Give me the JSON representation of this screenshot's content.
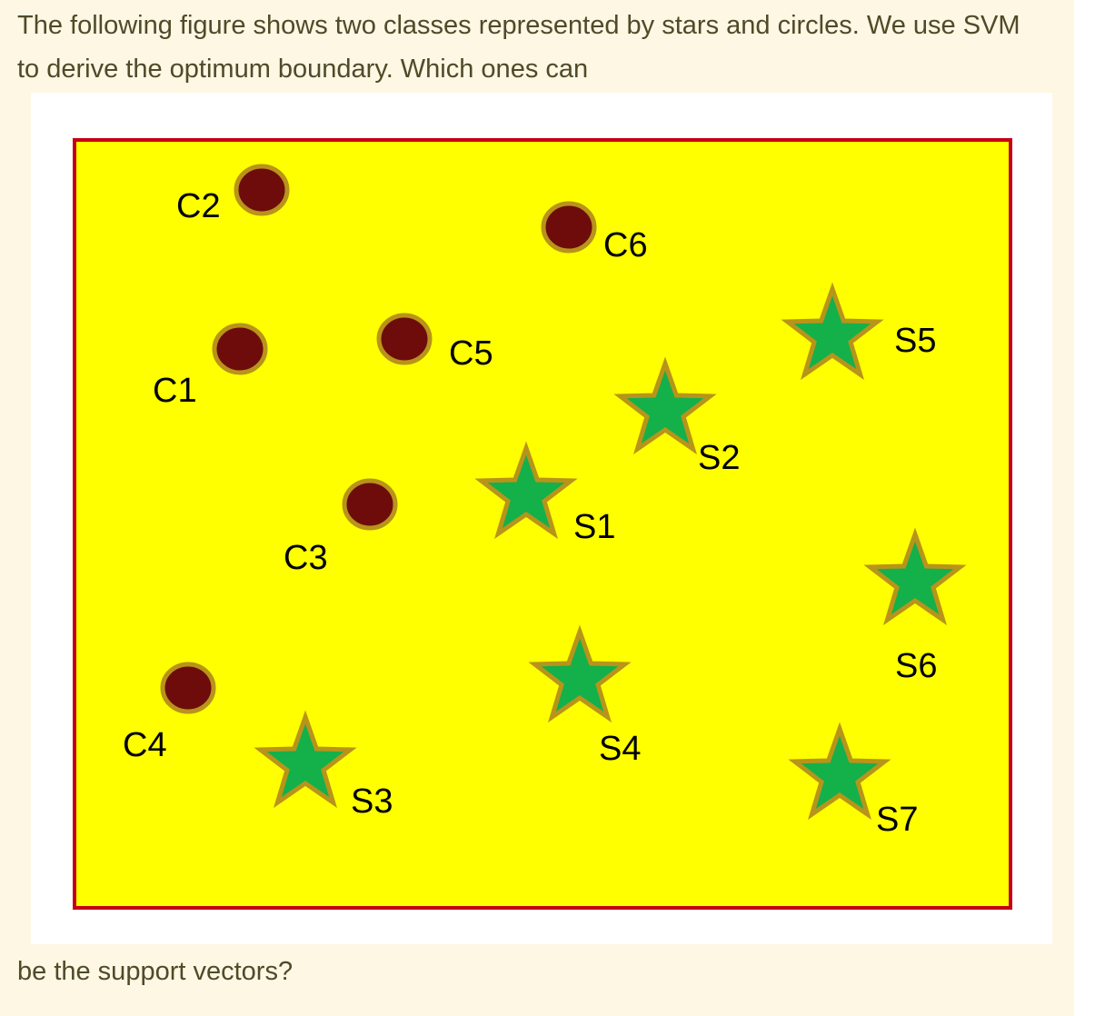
{
  "question": {
    "text_before": "The following figure shows two classes represented by stars and circles. We use SVM to derive the optimum boundary. Which ones can",
    "text_after": "be the support vectors?"
  },
  "figure": {
    "colors": {
      "background": "#ffff00",
      "border": "#c40018",
      "circle_fill": "#6e0c0c",
      "circle_stroke": "#b8941a",
      "star_fill": "#14b04a",
      "star_stroke": "#b8941a",
      "label": "#000000"
    },
    "circles": [
      {
        "label": "C1"
      },
      {
        "label": "C2"
      },
      {
        "label": "C3"
      },
      {
        "label": "C4"
      },
      {
        "label": "C5"
      },
      {
        "label": "C6"
      }
    ],
    "stars": [
      {
        "label": "S1"
      },
      {
        "label": "S2"
      },
      {
        "label": "S3"
      },
      {
        "label": "S4"
      },
      {
        "label": "S5"
      },
      {
        "label": "S6"
      },
      {
        "label": "S7"
      }
    ]
  }
}
